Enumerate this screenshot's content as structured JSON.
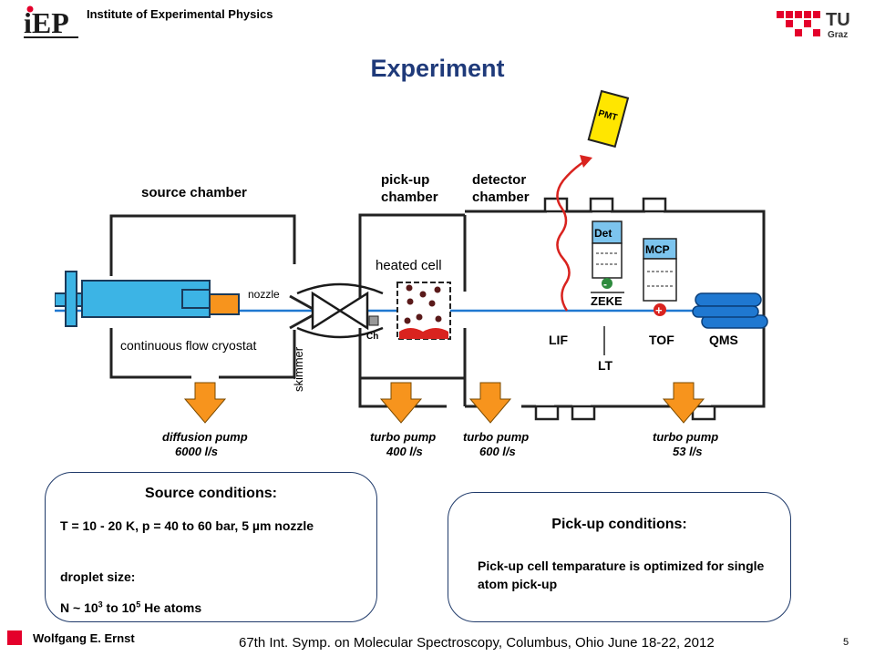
{
  "header": {
    "institute": "Institute of Experimental Physics",
    "iep_logo_text": "iEP",
    "tu_logo_text": "TU",
    "tu_logo_sub": "Graz"
  },
  "title": "Experiment",
  "diagram": {
    "labels": {
      "source_chamber": "source chamber",
      "pickup_chamber_1": "pick-up",
      "pickup_chamber_2": "chamber",
      "detector_chamber_1": "detector",
      "detector_chamber_2": "chamber",
      "nozzle": "nozzle",
      "cryostat": "continuous flow cryostat",
      "skimmer": "skimmer",
      "heated_cell": "heated cell",
      "ch": "Ch",
      "pmt": "PMT",
      "det": "Det",
      "mcp": "MCP",
      "zeke": "ZEKE",
      "lif": "LIF",
      "lt": "LT",
      "tof": "TOF",
      "qms": "QMS",
      "minus": "-",
      "plus": "+"
    },
    "pumps": [
      {
        "name": "diffusion pump",
        "rate": "6000 l/s"
      },
      {
        "name": "turbo pump",
        "rate": "400 l/s"
      },
      {
        "name": "turbo pump",
        "rate": "600 l/s"
      },
      {
        "name": "turbo pump",
        "rate": "53 l/s"
      }
    ],
    "colors": {
      "beam": "#1f78d1",
      "pump_arrow": "#f7941d",
      "chamber": "#222222",
      "cryostat": "#3cb4e5",
      "pmt": "#ffe600",
      "wave": "#d9231f"
    }
  },
  "source_conditions": {
    "title": "Source conditions:",
    "line1": "T = 10 - 20 K, p = 40 to 60 bar, 5 µm nozzle",
    "line2": "droplet size:",
    "line3_a": "N ~ 10",
    "line3_sup1": "3",
    "line3_b": " to 10",
    "line3_sup2": "5",
    "line3_c": " He atoms"
  },
  "pickup_conditions": {
    "title": "Pick-up conditions:",
    "text": "Pick-up cell temparature is optimized for single atom pick-up"
  },
  "footer": {
    "author": "Wolfgang E. Ernst",
    "conference": "67th Int. Symp. on Molecular Spectroscopy, Columbus, Ohio June 18-22, 2012",
    "page": "5"
  }
}
